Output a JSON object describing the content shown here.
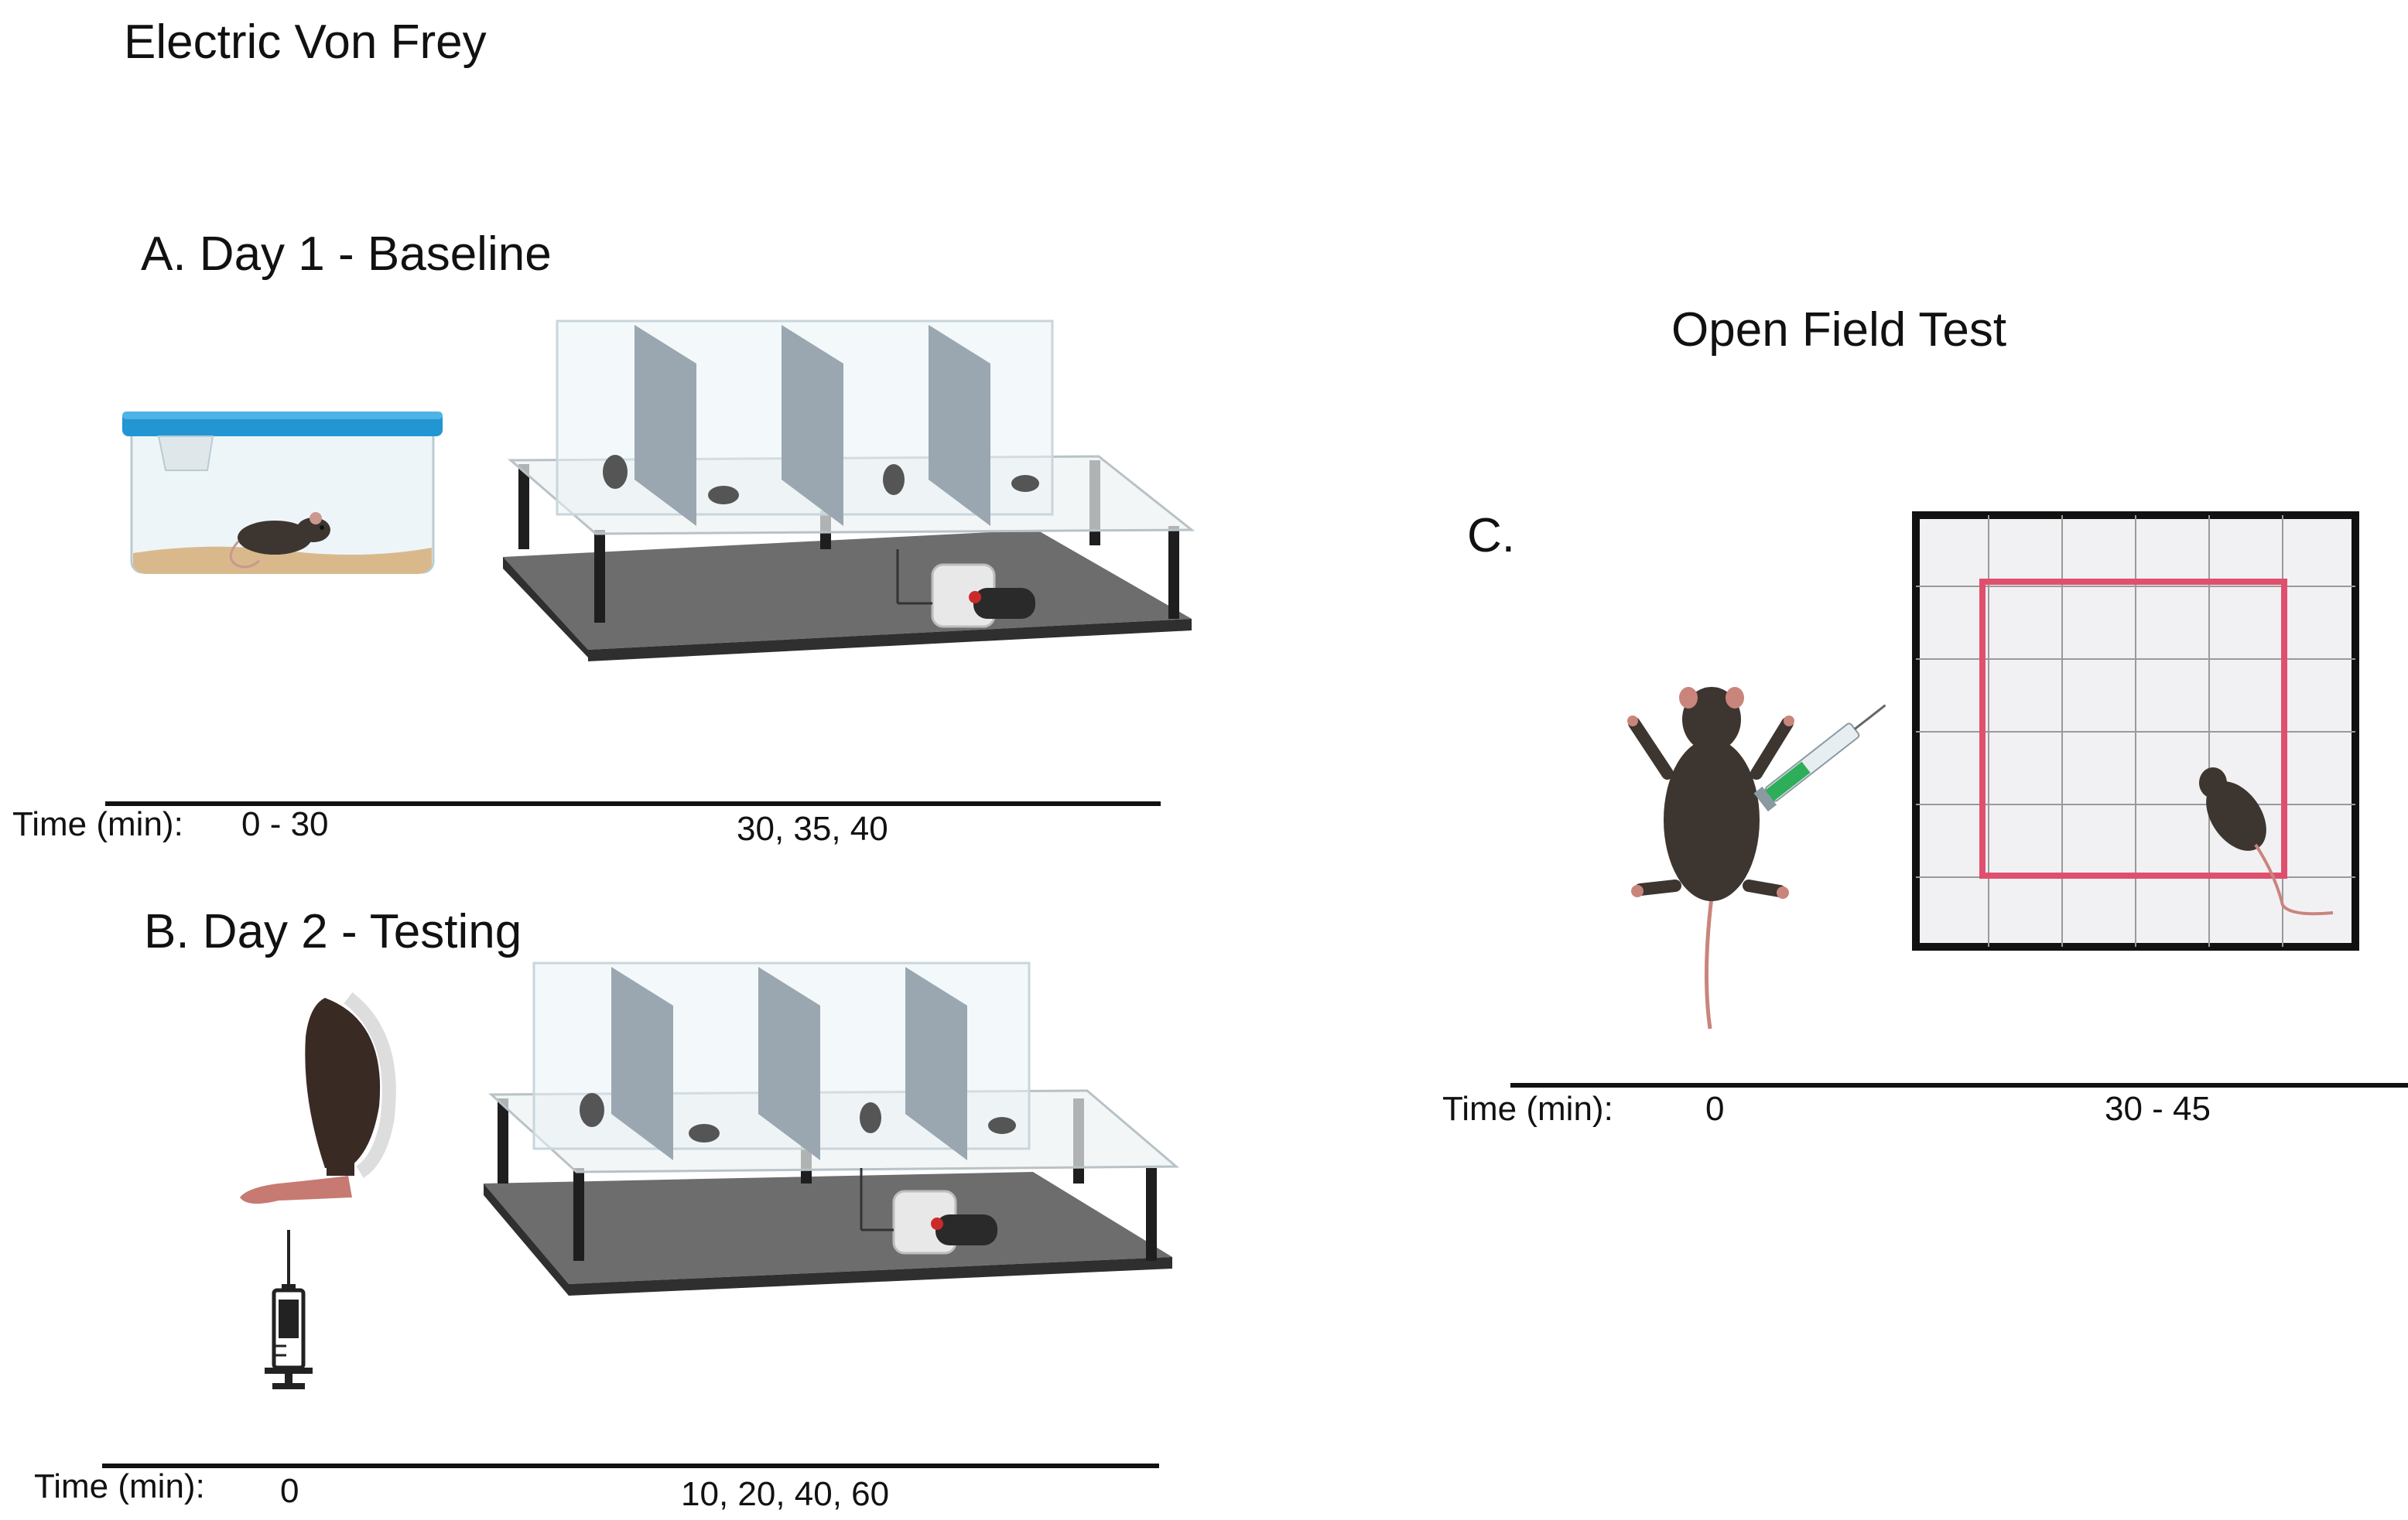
{
  "figure": {
    "title": "Electric Von Frey",
    "panel_a": {
      "label": "A. Day 1 - Baseline",
      "time_label": "Time (min):",
      "ticks": [
        "0 - 30",
        "30, 35, 40"
      ]
    },
    "panel_b": {
      "label": "B. Day 2 - Testing",
      "time_label": "Time (min):",
      "ticks": [
        "0",
        "10, 20, 40, 60"
      ]
    },
    "panel_c": {
      "heading": "Open Field Test",
      "label": "C.",
      "time_label": "Time (min):",
      "ticks": [
        "0",
        "30 - 45"
      ]
    }
  },
  "icons": [
    "mouse-cage-icon",
    "von-frey-apparatus-icon",
    "injection-arm-icon",
    "syringe-icon",
    "mouse-topview-icon",
    "open-field-arena-icon"
  ],
  "colors": {
    "cage_lid": "#2196d3",
    "bedding": "#d9b98c",
    "platform": "#3c3c3c",
    "mouse": "#3d3530",
    "arena_center_zone": "#e0506e",
    "arena_grid": "#9a9a9a",
    "arena_floor": "#f1f1f4",
    "syringe_fluid": "#2fae5a"
  }
}
